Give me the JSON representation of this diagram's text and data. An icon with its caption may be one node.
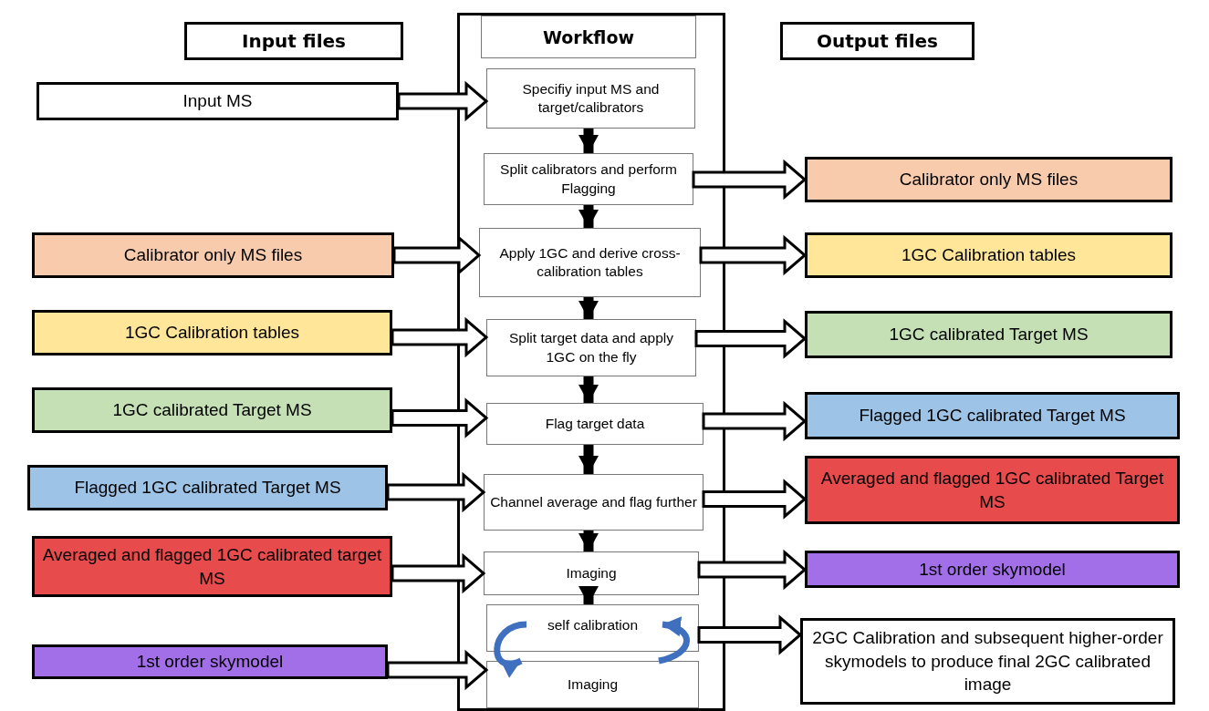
{
  "diagram": {
    "nodes": [
      {
        "text": [
          "Input files"
        ]
      },
      {
        "text": [],
        "shape": "box"
      },
      {
        "text": [
          "Workflow"
        ],
        "in": 1
      },
      {
        "text": [
          "Output files"
        ]
      },
      {
        "text": [
          "Specifiy input MS and target/calibrators"
        ],
        "in": 1
      },
      {
        "text": [
          "Split calibrators and perform Flagging"
        ],
        "in": 1
      },
      {
        "text": [
          "Apply 1GC and derive cross-calibration tables"
        ],
        "in": 1
      },
      {
        "text": [
          "Split target data and apply 1GC on the fly"
        ],
        "in": 1
      },
      {
        "text": [
          "Flag target data"
        ],
        "in": 1
      },
      {
        "text": [
          "Channel average and flag further"
        ],
        "in": 1
      },
      {
        "text": [
          "Imaging"
        ],
        "in": 1
      },
      {
        "text": [
          "self calibration"
        ],
        "in": 1
      },
      {
        "text": [
          "Imaging"
        ],
        "in": 1
      },
      {
        "text": [
          "Input MS"
        ]
      },
      {
        "text": [
          "Calibrator only MS files"
        ]
      },
      {
        "text": [
          "1GC Calibration tables"
        ]
      },
      {
        "text": [
          "1GC calibrated Target MS"
        ]
      },
      {
        "text": [
          "Flagged 1GC calibrated Target MS"
        ]
      },
      {
        "text": [
          "Averaged and flagged 1GC calibrated target MS"
        ]
      },
      {
        "text": [
          "1st order skymodel"
        ]
      },
      {
        "text": [
          "Calibrator only MS files"
        ]
      },
      {
        "text": [
          "1GC Calibration tables"
        ]
      },
      {
        "text": [
          "1GC calibrated Target MS"
        ]
      },
      {
        "text": [
          "Flagged 1GC calibrated Target MS"
        ]
      },
      {
        "text": [
          "Averaged and flagged 1GC calibrated Target MS"
        ]
      },
      {
        "text": [
          "1st order skymodel"
        ]
      },
      {
        "text": [
          "2GC Calibration and subsequent higher-order skymodels to produce final 2GC calibrated image"
        ]
      }
    ],
    "edges": [
      {
        "from": 13,
        "to": 4,
        "arrow": "to"
      },
      {
        "from": 14,
        "to": 6,
        "arrow": "to"
      },
      {
        "from": 15,
        "to": 7,
        "arrow": "to"
      },
      {
        "from": 16,
        "to": 8,
        "arrow": "to"
      },
      {
        "from": 17,
        "to": 9,
        "arrow": "to"
      },
      {
        "from": 18,
        "to": 10,
        "arrow": "to"
      },
      {
        "from": 19,
        "to": 12,
        "arrow": "to"
      },
      {
        "from": 5,
        "to": 20,
        "arrow": "to"
      },
      {
        "from": 6,
        "to": 21,
        "arrow": "to"
      },
      {
        "from": 7,
        "to": 22,
        "arrow": "to"
      },
      {
        "from": 8,
        "to": 23,
        "arrow": "to"
      },
      {
        "from": 9,
        "to": 24,
        "arrow": "to"
      },
      {
        "from": 10,
        "to": 25,
        "arrow": "to"
      },
      {
        "from": 11,
        "to": 26,
        "arrow": "to"
      },
      {
        "from": 4,
        "to": 5,
        "arrow": "to"
      },
      {
        "from": 5,
        "to": 6,
        "arrow": "to"
      },
      {
        "from": 6,
        "to": 7,
        "arrow": "to"
      },
      {
        "from": 7,
        "to": 8,
        "arrow": "to"
      },
      {
        "from": 8,
        "to": 9,
        "arrow": "to"
      },
      {
        "from": 9,
        "to": 10,
        "arrow": "to"
      },
      {
        "from": 10,
        "to": 11,
        "arrow": "to"
      },
      {
        "from": 11,
        "to": 12,
        "arrow": "to",
        "color": "#3f6fbf"
      },
      {
        "from": 12,
        "to": 11,
        "arrow": "to",
        "color": "#3f6fbf"
      }
    ]
  }
}
